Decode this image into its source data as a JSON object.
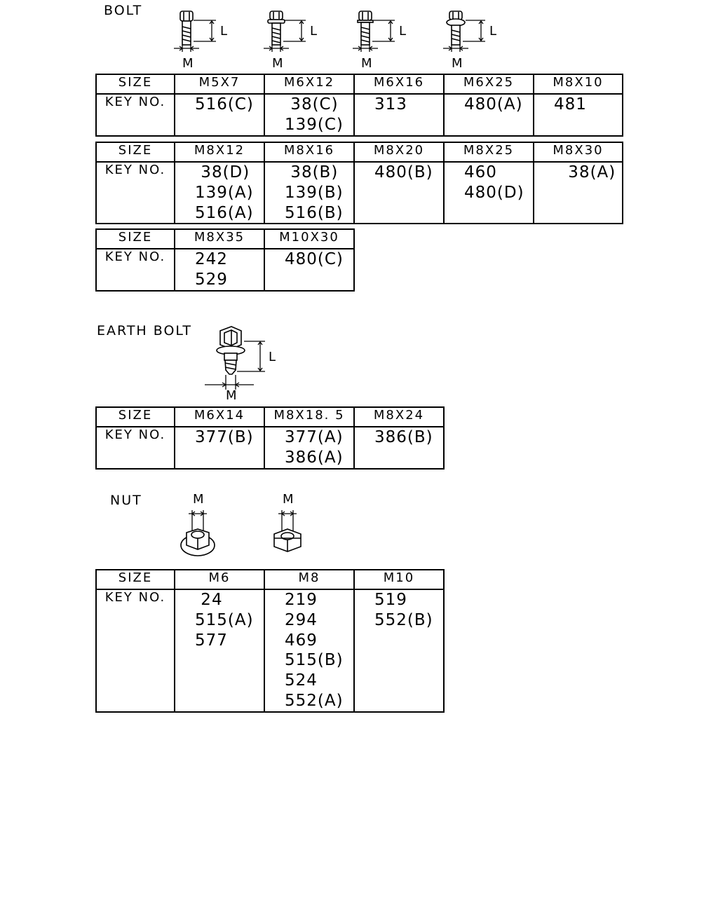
{
  "bolt": {
    "title": "BOLT",
    "dim_m": "M",
    "dim_l": "L",
    "size_label": "SIZE",
    "key_label": "KEY NO.",
    "tables": [
      {
        "sizes": [
          "M5X7",
          "M6X12",
          "M6X16",
          "M6X25",
          "M8X10"
        ],
        "keys": [
          [
            "516(C)"
          ],
          [
            " 38(C)",
            "139(C)"
          ],
          [
            "313"
          ],
          [
            "480(A)"
          ],
          [
            "481"
          ]
        ]
      },
      {
        "sizes": [
          "M8X12",
          "M8X16",
          "M8X20",
          "M8X25",
          "M8X30"
        ],
        "keys": [
          [
            " 38(D)",
            "139(A)",
            "516(A)"
          ],
          [
            " 38(B)",
            "139(B)",
            "516(B)"
          ],
          [
            "480(B)"
          ],
          [
            "460",
            "480(D)"
          ],
          [
            " 38(A)"
          ]
        ]
      },
      {
        "sizes": [
          "M8X35",
          "M10X30"
        ],
        "keys": [
          [
            "242",
            "529"
          ],
          [
            "480(C)"
          ]
        ]
      }
    ]
  },
  "earth_bolt": {
    "title": "EARTH BOLT",
    "dim_m": "M",
    "dim_l": "L",
    "size_label": "SIZE",
    "key_label": "KEY NO.",
    "sizes": [
      "M6X14",
      "M8X18. 5",
      "M8X24"
    ],
    "keys": [
      [
        "377(B)"
      ],
      [
        "377(A)",
        "386(A)"
      ],
      [
        "386(B)"
      ]
    ]
  },
  "nut": {
    "title": "NUT",
    "dim_m": "M",
    "size_label": "SIZE",
    "key_label": "KEY NO.",
    "sizes": [
      "M6",
      "M8",
      "M10"
    ],
    "keys": [
      [
        " 24",
        "515(A)",
        "577"
      ],
      [
        "219",
        "294",
        "469",
        "515(B)",
        "524",
        "552(A)"
      ],
      [
        "519",
        "552(B)"
      ]
    ]
  }
}
